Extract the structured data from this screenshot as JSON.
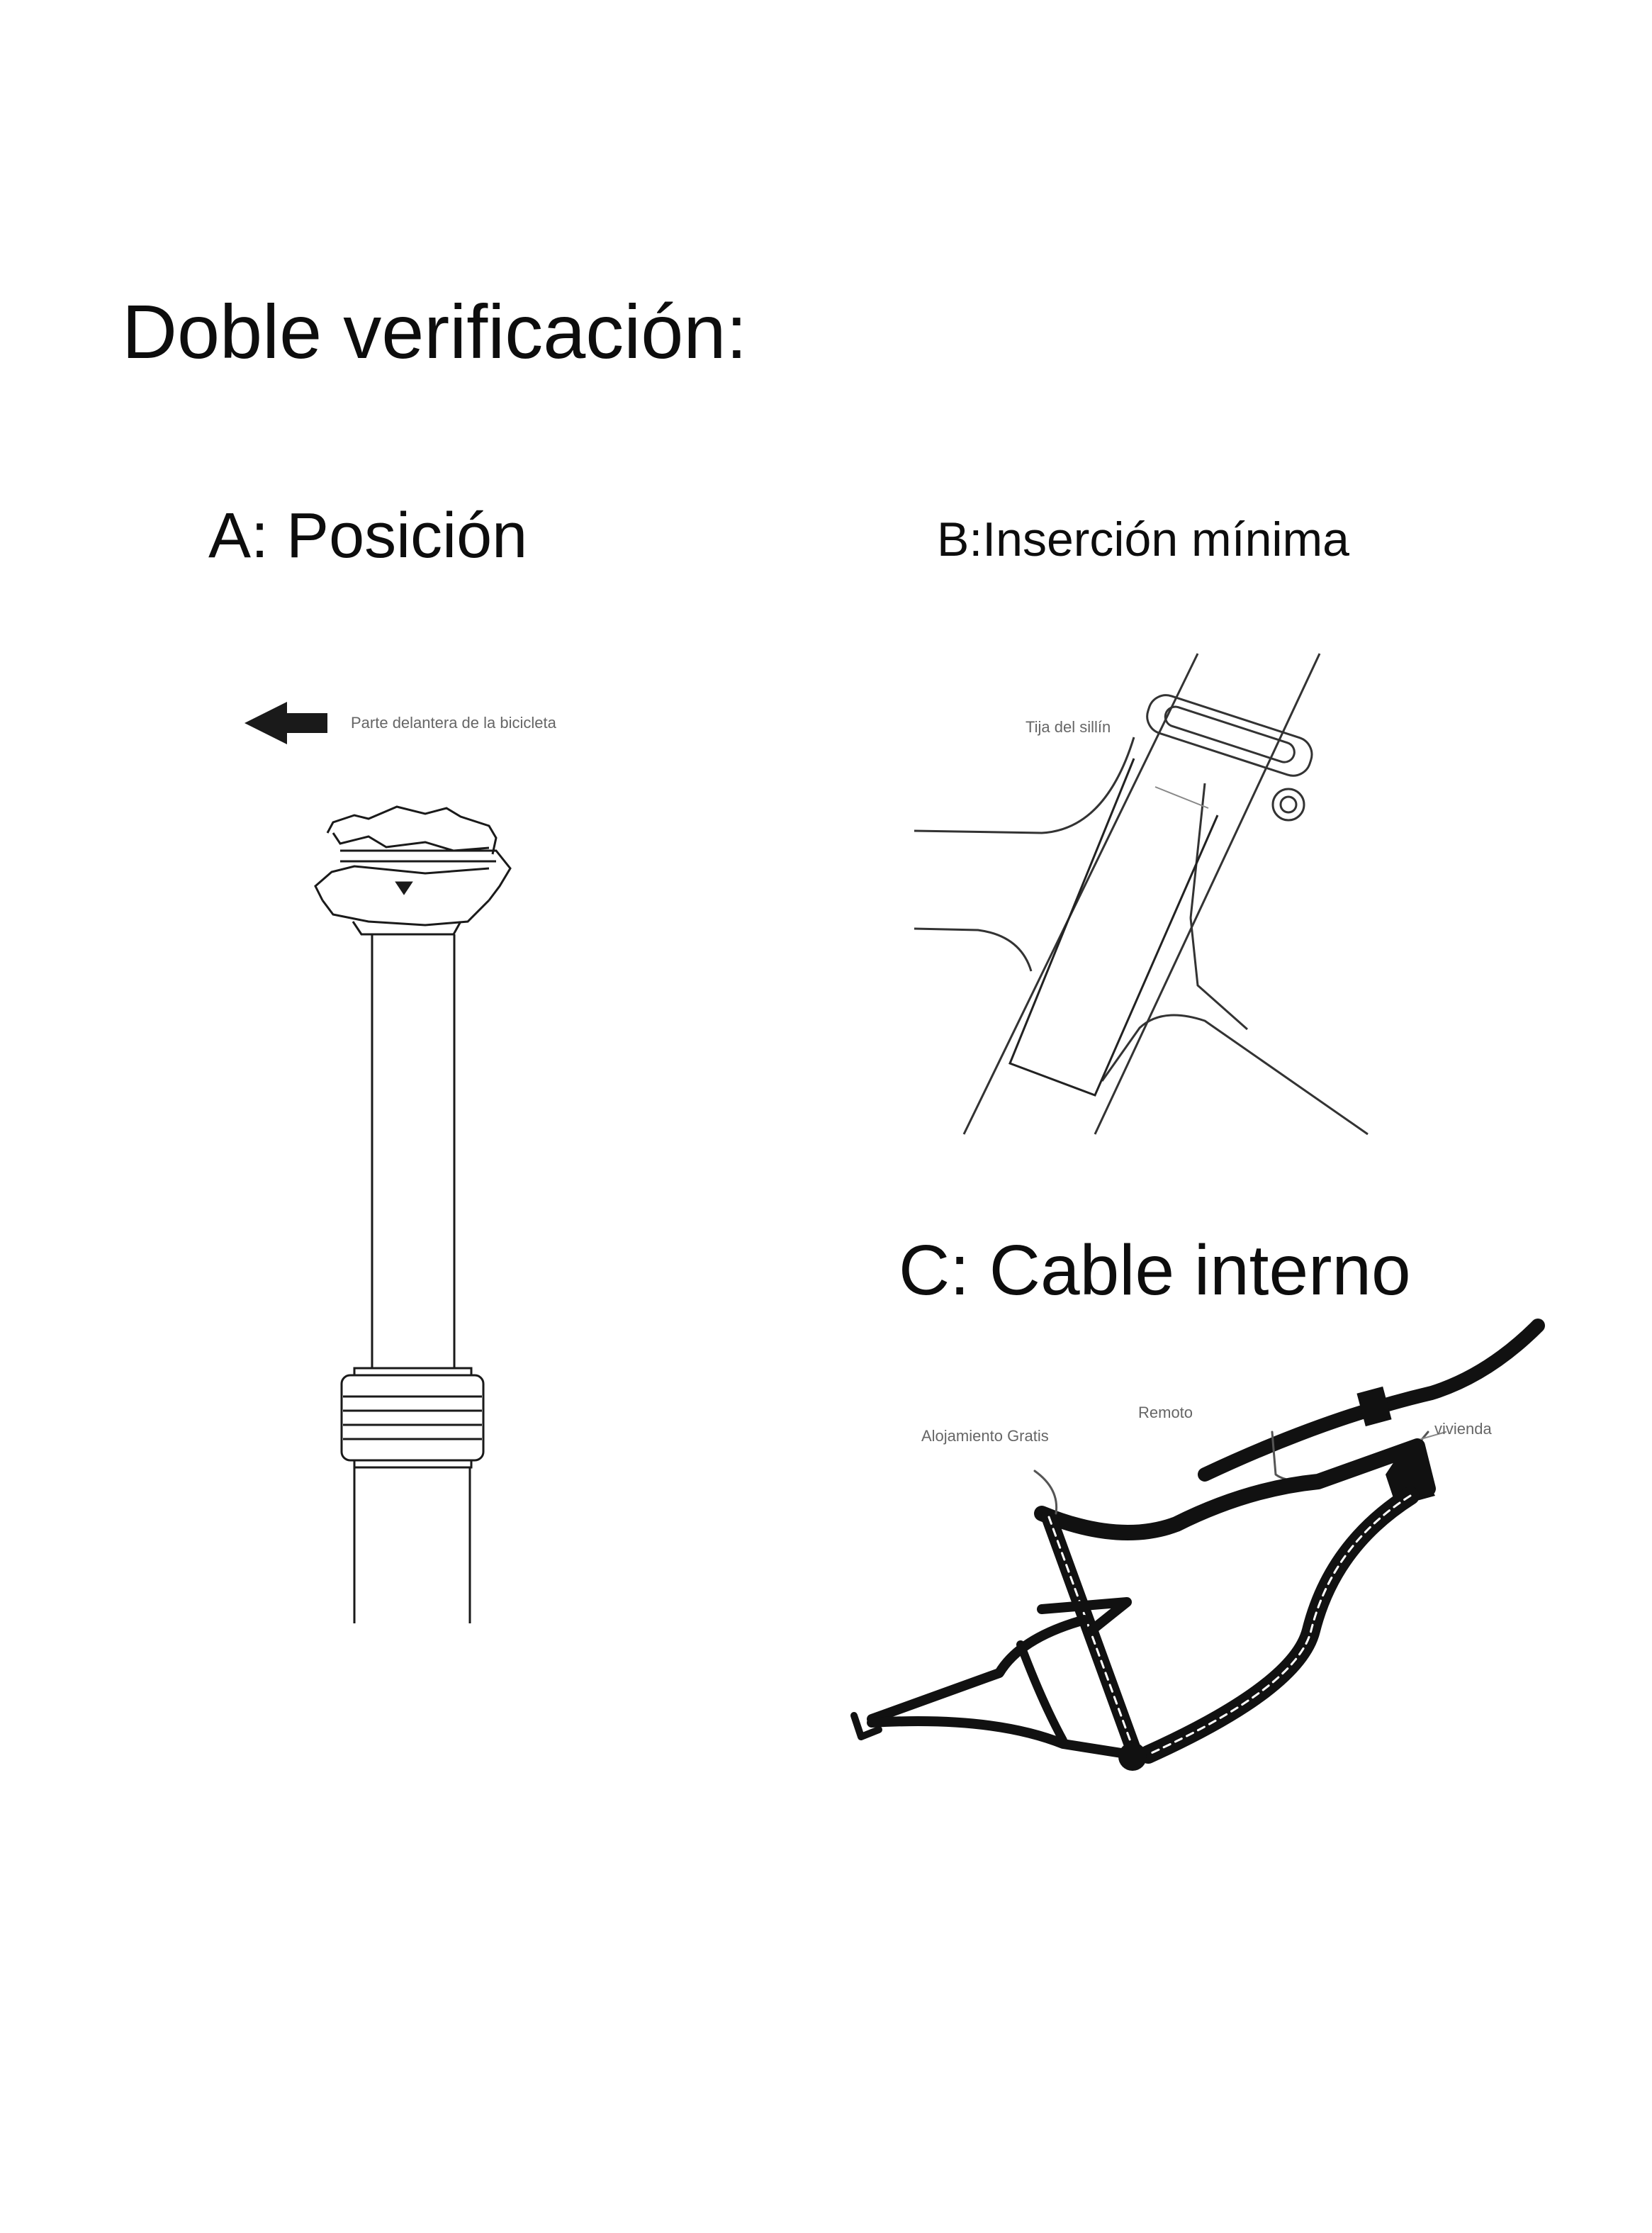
{
  "title": "Doble verificación:",
  "sections": {
    "a": {
      "heading": "A: Posición",
      "front_label": "Parte delantera de la bicicleta"
    },
    "b": {
      "heading": "B:Inserción mínima",
      "seatpost_label": "Tija del sillín"
    },
    "c": {
      "heading": "C: Cable interno",
      "housing_label": "Alojamiento Gratis",
      "remote_label": "Remoto",
      "housing_label2": "vivienda"
    }
  }
}
